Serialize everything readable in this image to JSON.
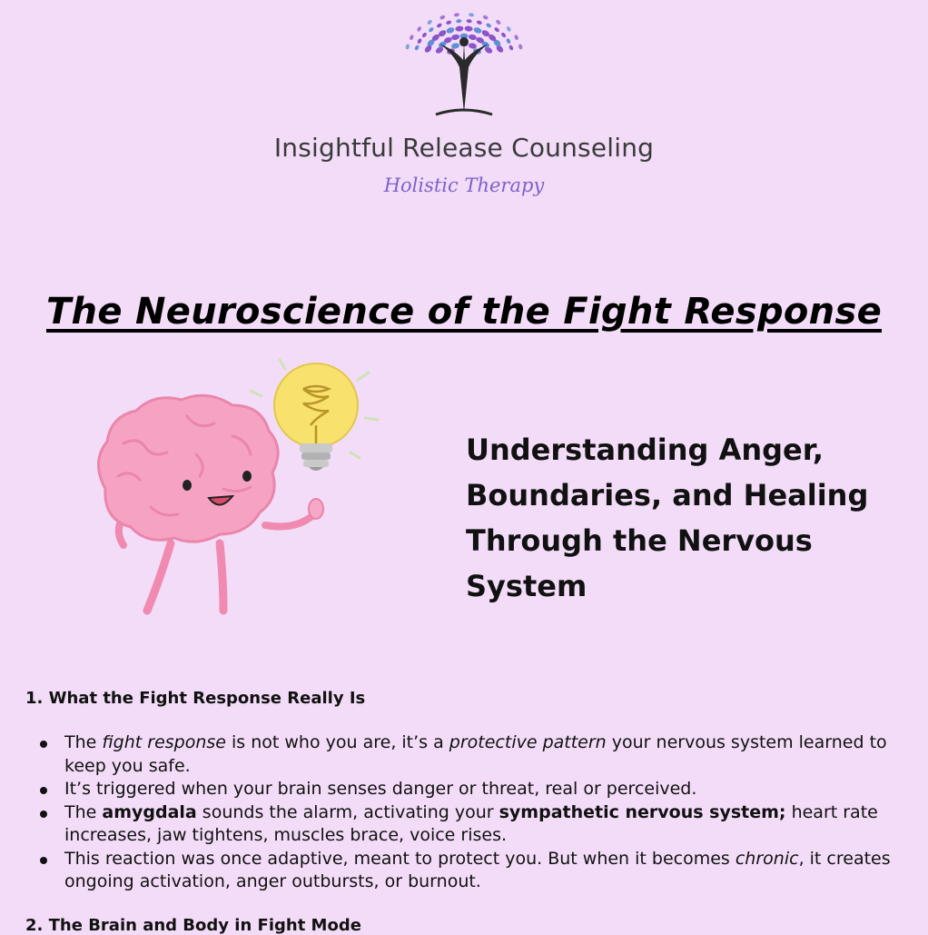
{
  "brand": {
    "name": "Insightful Release Counseling",
    "tagline": "Holistic Therapy",
    "logo_icon": "tree-person-icon",
    "colors": {
      "purple": "#8b55c9",
      "blue": "#5f8fd6",
      "dark": "#2a2a2a"
    }
  },
  "page_title": "The Neuroscience of the Fight Response",
  "illustration": {
    "name": "brain-with-lightbulb-illustration",
    "colors": {
      "brain": "#f5a3c2",
      "bulb": "#f8e16c"
    }
  },
  "subtitle": {
    "lines": [
      "Understanding Anger,",
      "Boundaries, and Healing",
      "Through the Nervous",
      "System"
    ]
  },
  "section1": {
    "heading": "1. What the Fight Response Really Is",
    "bullets": [
      [
        {
          "t": "The "
        },
        {
          "t": "fight response",
          "s": "i"
        },
        {
          "t": " is not who you are, it’s a "
        },
        {
          "t": "protective pattern",
          "s": "i"
        },
        {
          "t": " your nervous system learned to keep you safe."
        }
      ],
      [
        {
          "t": "It’s triggered when your brain senses danger or threat, real or perceived."
        }
      ],
      [
        {
          "t": "The "
        },
        {
          "t": "amygdala",
          "s": "b"
        },
        {
          "t": " sounds the alarm, activating your "
        },
        {
          "t": "sympathetic nervous system;",
          "s": "b"
        },
        {
          "t": " heart rate increases, jaw tightens, muscles brace, voice rises."
        }
      ],
      [
        {
          "t": "This reaction was once adaptive, meant to protect you. But when it becomes "
        },
        {
          "t": "chronic",
          "s": "i"
        },
        {
          "t": ", it creates ongoing activation, anger outbursts, or burnout."
        }
      ]
    ]
  },
  "section2": {
    "heading": "2. The Brain and Body in Fight Mode"
  }
}
